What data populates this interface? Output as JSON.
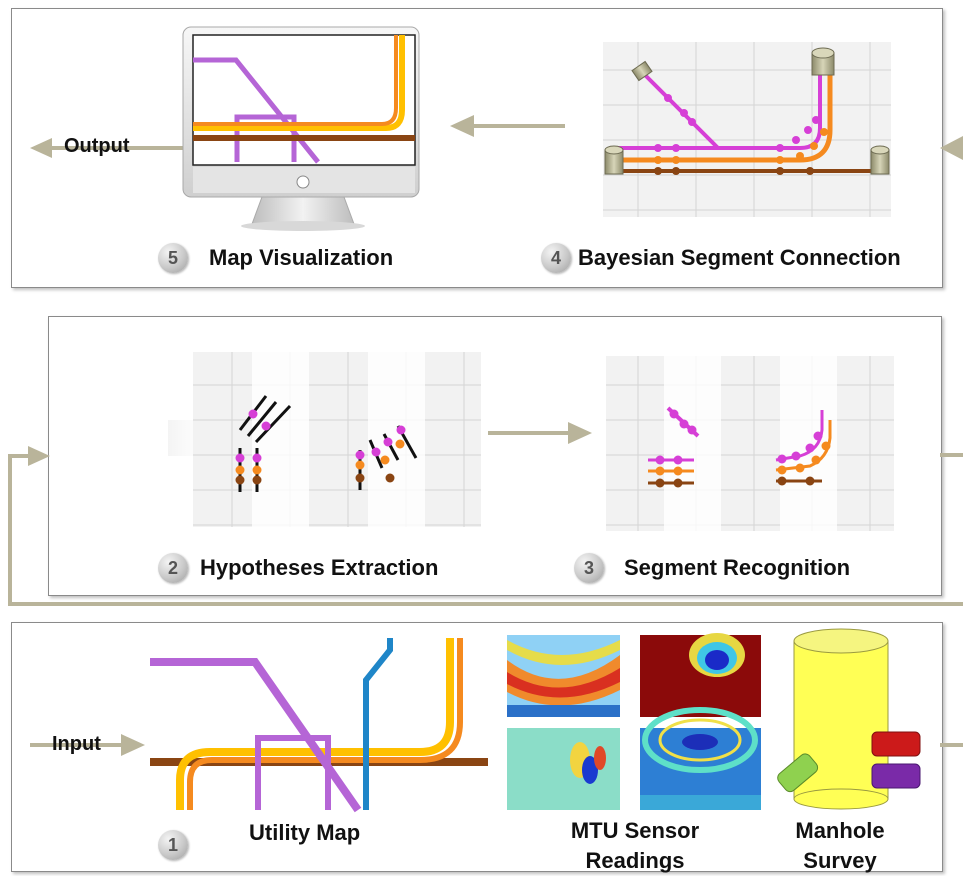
{
  "io": {
    "output_label": "Output",
    "input_label": "Input"
  },
  "steps": [
    {
      "number": "1",
      "label": "Utility Map"
    },
    {
      "number": "2",
      "label": "Hypotheses Extraction"
    },
    {
      "number": "3",
      "label": "Segment Recognition"
    },
    {
      "number": "4",
      "label": "Bayesian Segment Connection"
    },
    {
      "number": "5",
      "label": "Map Visualization"
    }
  ],
  "inputs": {
    "sensor_label_line1": "MTU Sensor",
    "sensor_label_line2": "Readings",
    "manhole_label_line1": "Manhole",
    "manhole_label_line2": "Survey"
  },
  "colors": {
    "arrow": "#b9b49a",
    "pipe_magenta": "#d63fd6",
    "pipe_orange": "#f58a1f",
    "pipe_brown": "#8a4513",
    "pipe_violet": "#b565d6",
    "pipe_yellow": "#ffc000",
    "pipe_blue": "#1f86c8"
  }
}
